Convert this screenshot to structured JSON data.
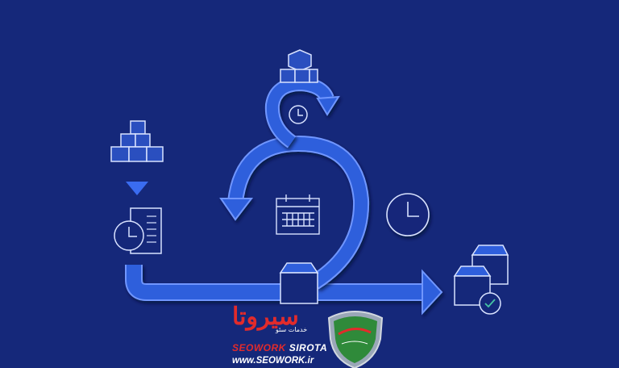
{
  "logo": {
    "persian_name": "سیروتا",
    "persian_tagline": "خدمات سئو",
    "latin_name_red": "SEOWORK",
    "latin_name_white": "SIROTA",
    "url": "www.SEOWORK.ir"
  },
  "colors": {
    "background": "#15287a",
    "arrow_fill": "#2f5fdc",
    "arrow_stroke": "#6f96ff",
    "icon_stroke": "#d8e2ff",
    "brand_red": "#e22b2b",
    "shield_green": "#2f8a3a"
  },
  "icons": [
    "stacked-boxes-icon",
    "down-triangle-icon",
    "document-clock-icon",
    "calendar-icon",
    "clock-icon",
    "box-icon",
    "delivered-boxes-icon",
    "check-icon"
  ]
}
